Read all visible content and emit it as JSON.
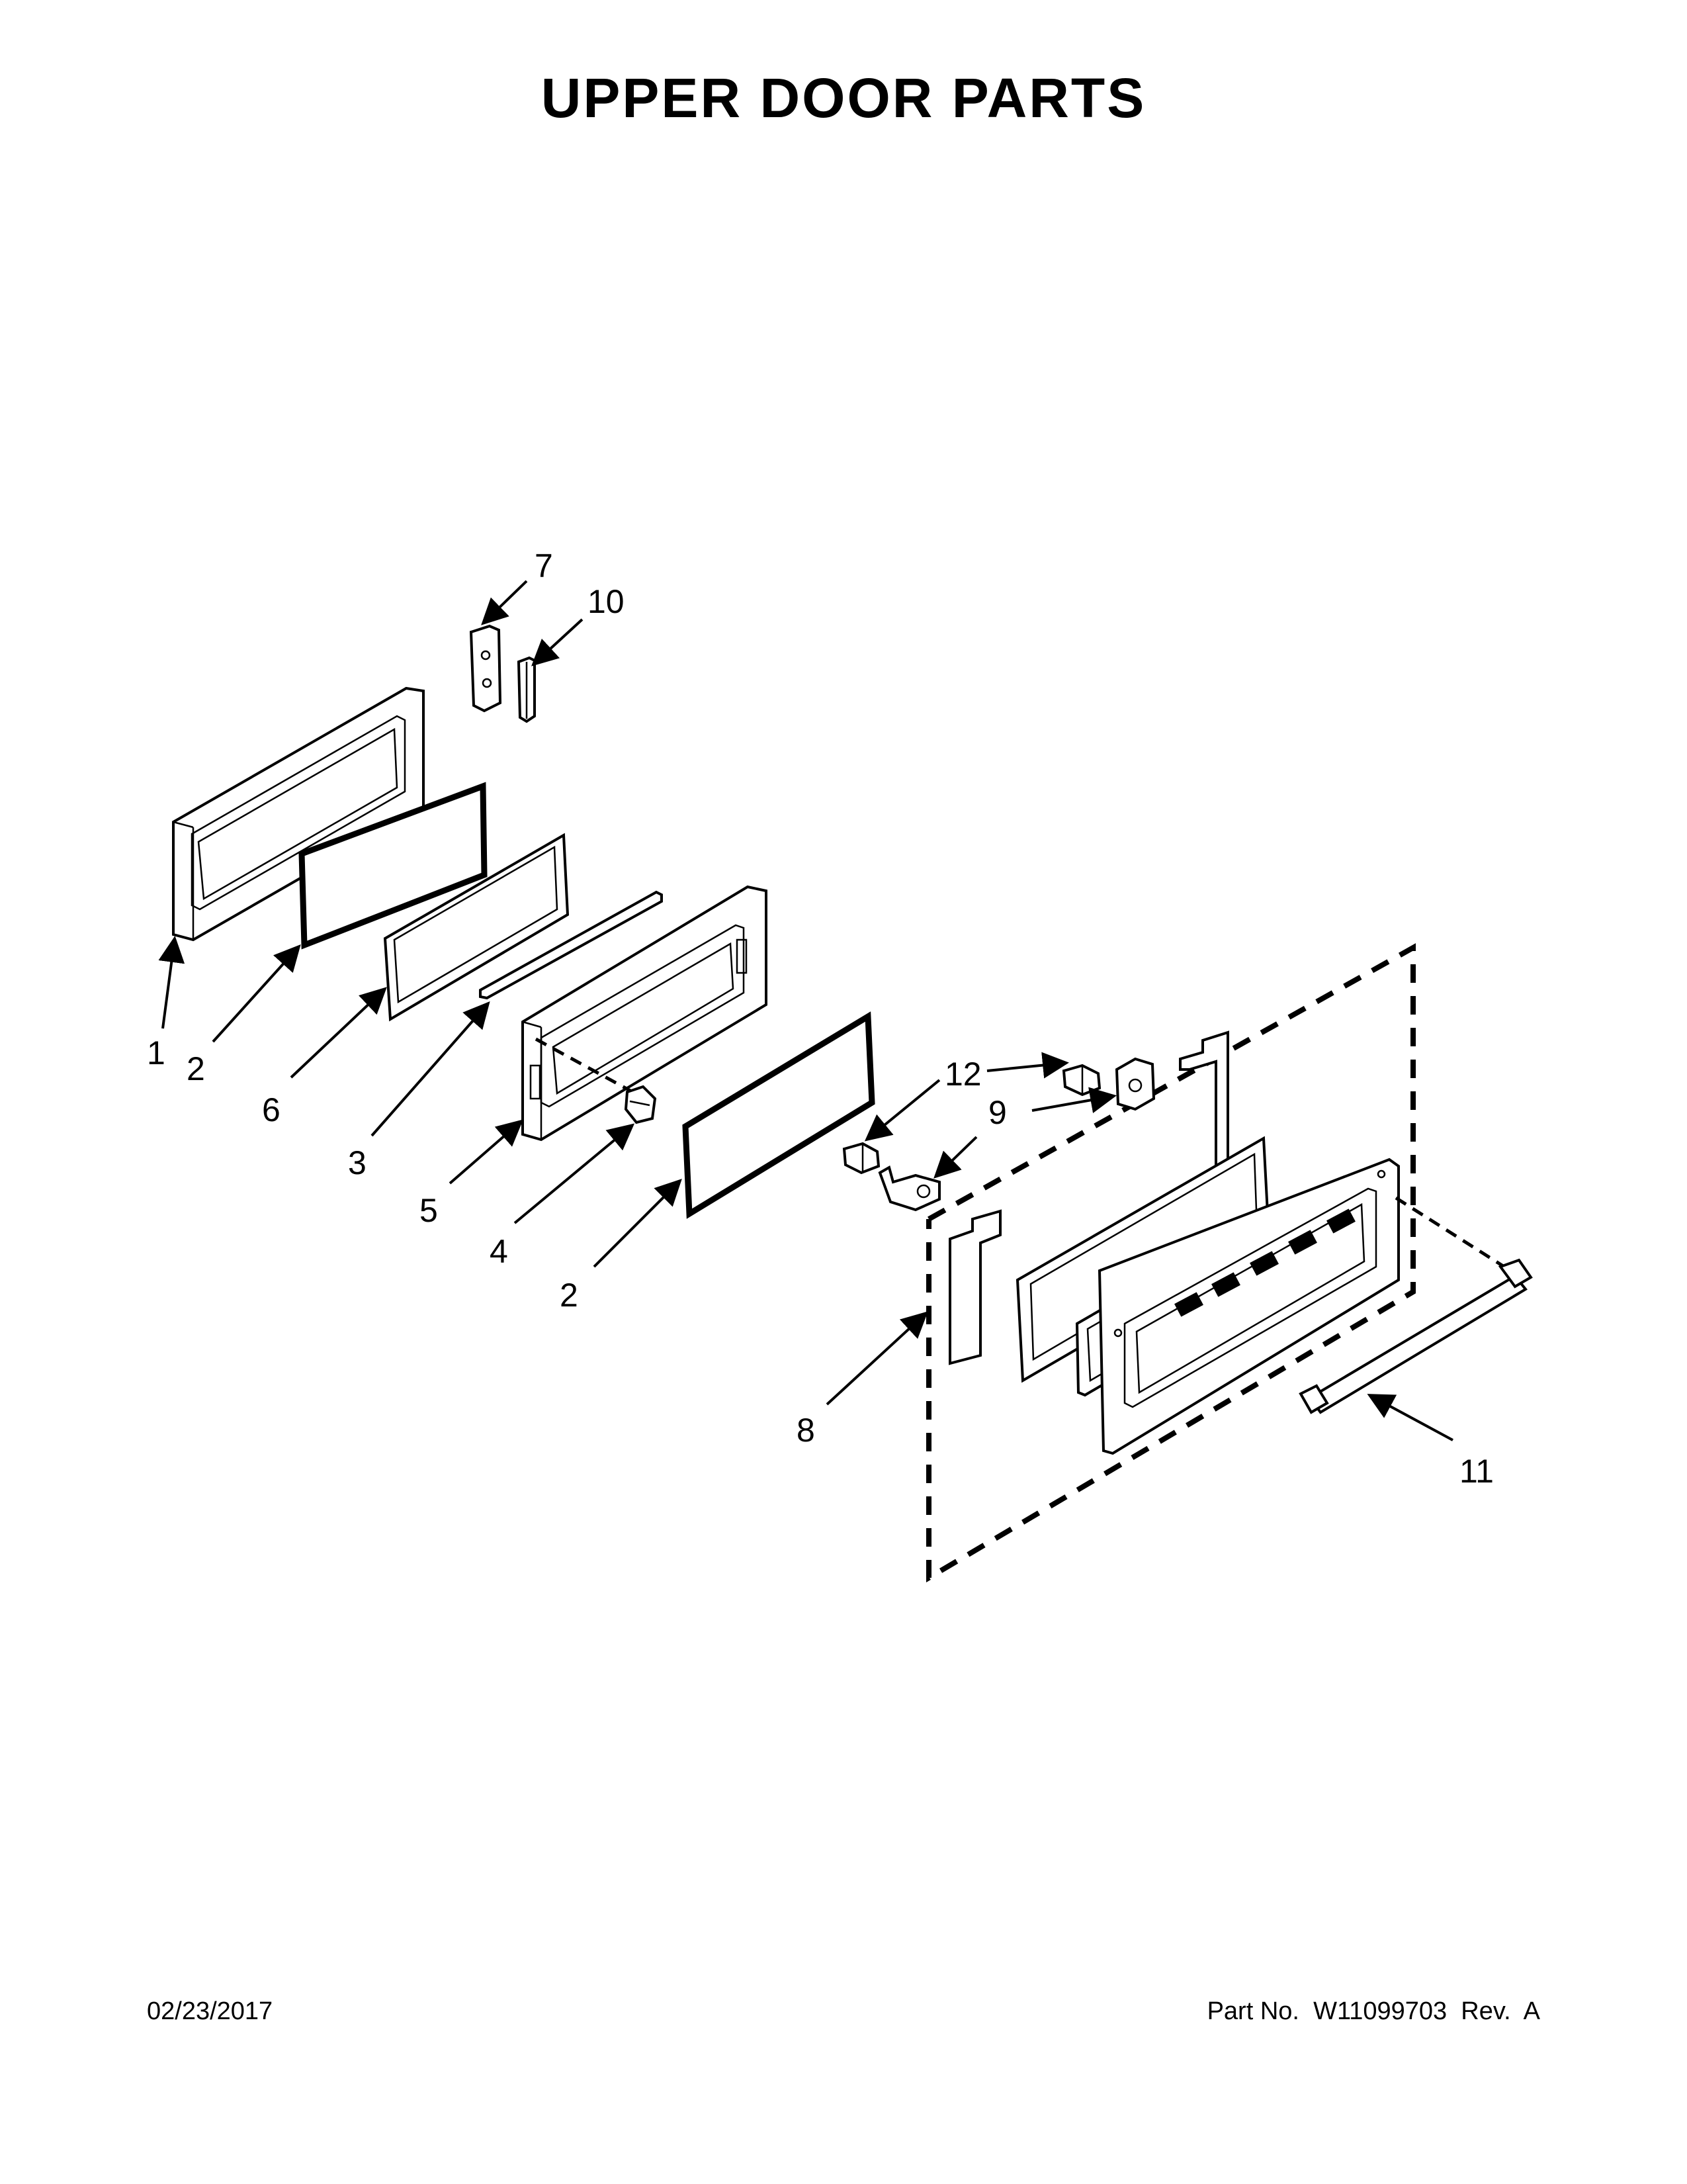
{
  "page": {
    "title": "UPPER DOOR PARTS",
    "date": "02/23/2017",
    "part_number": "Part No.  W11099703  Rev.  A"
  },
  "callouts": {
    "c1": "1",
    "c2a": "2",
    "c2b": "2",
    "c3": "3",
    "c4": "4",
    "c5": "5",
    "c6": "6",
    "c7": "7",
    "c8": "8",
    "c9": "9",
    "c10": "10",
    "c11": "11",
    "c12": "12"
  }
}
